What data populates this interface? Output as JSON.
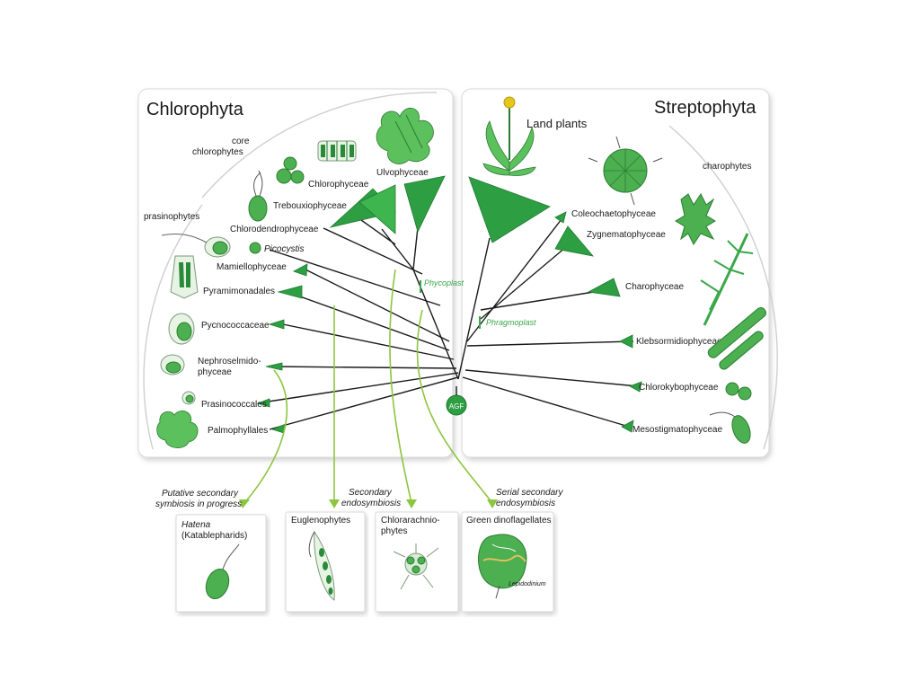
{
  "panels": {
    "left_title": "Chlorophyta",
    "right_title": "Streptophyta"
  },
  "groups": {
    "core": "core",
    "core2": "chlorophytes",
    "prasinophytes": "prasinophytes",
    "charophytes": "charophytes",
    "land_plants": "Land plants"
  },
  "chlorophyta_taxa": {
    "ulvophyceae": "Ulvophyceae",
    "chlorophyceae": "Chlorophyceae",
    "trebouxiophyceae": "Trebouxiophyceae",
    "chlorodendrophyceae": "Chlorodendrophyceae",
    "picocystis": "Picocystis",
    "mamiellophyceae": "Mamiellophyceae",
    "pyramimonadales": "Pyramimonadales",
    "pycnococcaceae": "Pycnococcaceae",
    "nephro1": "Nephroselmido-",
    "nephro2": "phyceae",
    "prasinococcales": "Prasinococcales",
    "palmophyllales": "Palmophyllales"
  },
  "streptophyta_taxa": {
    "coleochaetophyceae": "Coleochaetophyceae",
    "zygnematophyceae": "Zygnematophyceae",
    "charophyceae": "Charophyceae",
    "klebsormidiophyceae": "Klebsormidiophyceae",
    "chlorokybophyceae": "Chlorokybophyceae",
    "mesostigmatophyceae": "Mesostigmatophyceae"
  },
  "markers": {
    "phycoplast": "Phycoplast",
    "phragmoplast": "Phragmoplast",
    "root": "AGF"
  },
  "annotations": {
    "putative1": "Putative secondary",
    "putative2": "symbiosis in progress",
    "secondary1": "Secondary",
    "secondary2": "endosymbiosis",
    "serial1": "Serial secondary",
    "serial2": "endosymbiosis"
  },
  "boxes": {
    "hatena1": "Hatena",
    "hatena2": "(Katablepharids)",
    "euglenophytes": "Euglenophytes",
    "chlorarachnio1": "Chlorarachnio-",
    "chlorarachnio2": "phytes",
    "dinoflagellates": "Green dinoflagellates",
    "lepidodinium": "Lepidodinium"
  },
  "colors": {
    "clade_green": "#2e9e43",
    "arrow_green": "#8cc63f",
    "branch": "#1a1a1a"
  }
}
